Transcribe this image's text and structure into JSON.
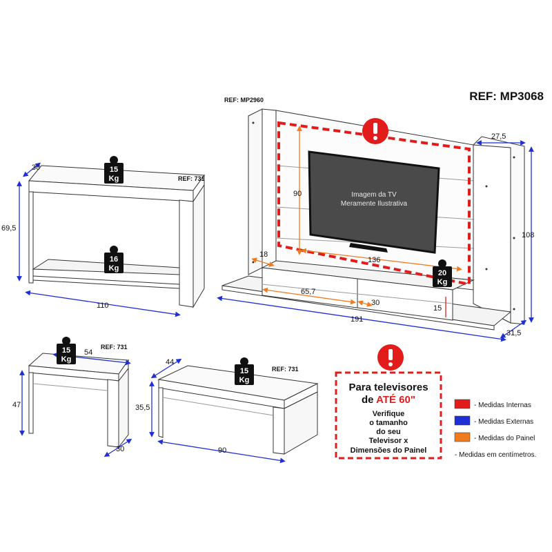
{
  "header": {
    "ref_main": "REF: MP3068"
  },
  "refs": {
    "panel": "REF: MP2960",
    "console": "REF: 731",
    "desk": "REF: 731",
    "coffee": "REF: 731"
  },
  "tv": {
    "line1": "Imagem da TV",
    "line2": "Meramente Ilustrativa"
  },
  "weights": {
    "console_top": {
      "num": "15",
      "unit": "Kg"
    },
    "console_shelf": {
      "num": "16",
      "unit": "Kg"
    },
    "rack": {
      "num": "20",
      "unit": "Kg"
    },
    "desk": {
      "num": "15",
      "unit": "Kg"
    },
    "coffee": {
      "num": "15",
      "unit": "Kg"
    }
  },
  "dims": {
    "console_depth": "30",
    "console_height": "69,5",
    "console_width": "110",
    "panel_inner_height": "90",
    "panel_inner_width": "136",
    "panel_side": "18",
    "panel_depth": "27,5",
    "panel_height": "108",
    "rack_niche": "65,7",
    "rack_shelf": "30",
    "rack_leg": "15",
    "rack_width": "191",
    "rack_depth": "31,5",
    "desk_width": "54",
    "desk_height": "47",
    "desk_depth": "30",
    "coffee_depth": "44",
    "coffee_height": "35,5",
    "coffee_width": "90"
  },
  "notice": {
    "line1": "Para televisores",
    "line2a": "de ",
    "line2b": "ATÉ 60\"",
    "line3": "Verifique",
    "line4": "o tamanho",
    "line5": "do seu",
    "line6": "Televisor x",
    "line7": "Dimensões do Painel"
  },
  "legend": {
    "items": [
      {
        "label": "- Medidas Internas",
        "color": "#e21b1b"
      },
      {
        "label": "- Medidas Externas",
        "color": "#1f2fd6"
      },
      {
        "label": "- Medidas do Painel",
        "color": "#f07a1e"
      }
    ],
    "footnote": "- Medidas em centímetros."
  },
  "colors": {
    "internal": "#e21b1b",
    "external": "#1f2fd6",
    "panel": "#f07a1e"
  }
}
